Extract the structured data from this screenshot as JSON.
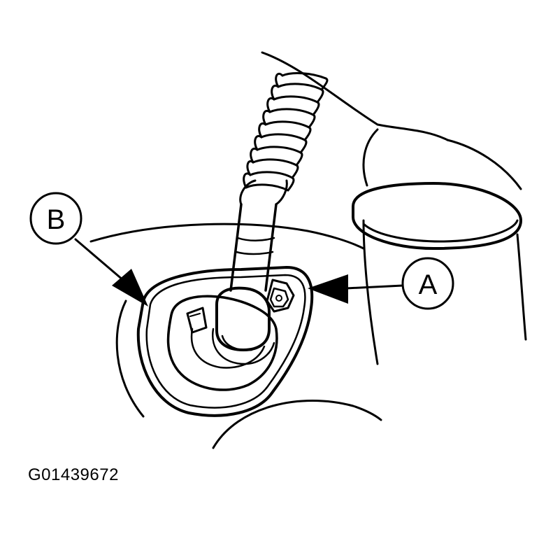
{
  "callouts": {
    "a": {
      "label": "A"
    },
    "b": {
      "label": "B"
    }
  },
  "figure_id": "G01439672",
  "colors": {
    "ink": "#000000",
    "paper": "#ffffff"
  }
}
